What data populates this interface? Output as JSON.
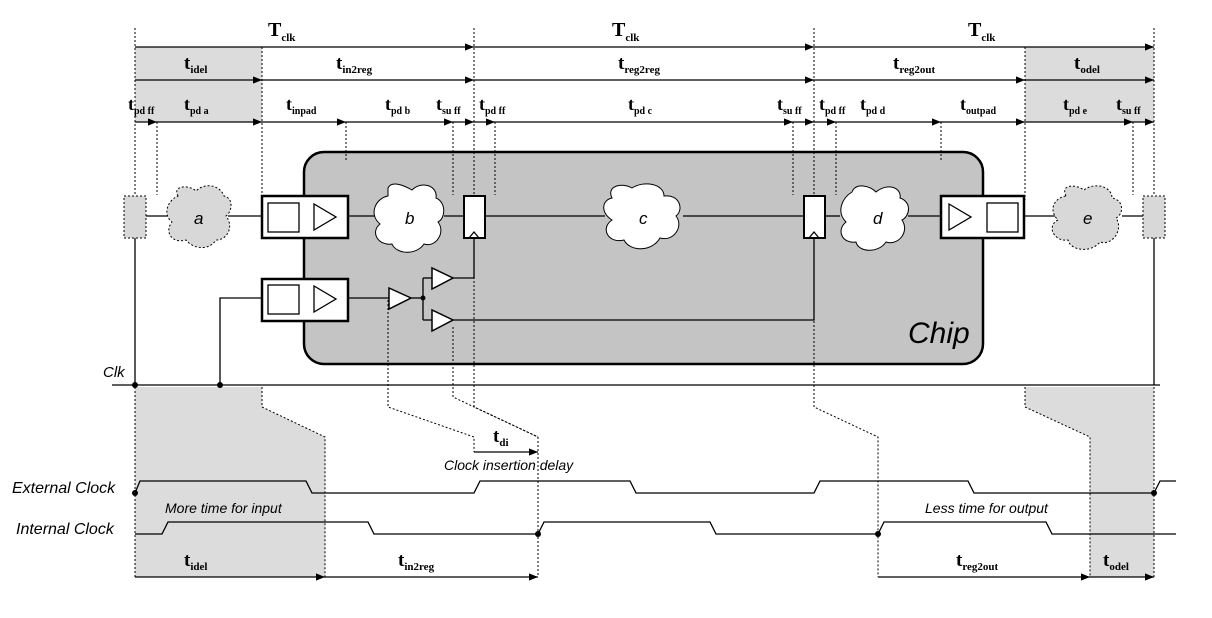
{
  "labels": {
    "tclk_1": "T",
    "tclk_1_sub": "clk",
    "tclk_2": "T",
    "tclk_2_sub": "clk",
    "tclk_3": "T",
    "tclk_3_sub": "clk",
    "tidel_top": "t",
    "tidel_top_sub": "idel",
    "tin2reg_top": "t",
    "tin2reg_top_sub": "in2reg",
    "treg2reg_top": "t",
    "treg2reg_top_sub": "reg2reg",
    "treg2out_top": "t",
    "treg2out_top_sub": "reg2out",
    "todel_top": "t",
    "todel_top_sub": "odel",
    "tpdff_1": "t",
    "tpdff_1_sub": "pd ff",
    "tpda": "t",
    "tpda_sub": "pd a",
    "tinpad": "t",
    "tinpad_sub": "inpad",
    "tpdb": "t",
    "tpdb_sub": "pd b",
    "tsuff_1": "t",
    "tsuff_1_sub": "su ff",
    "tpdff_2": "t",
    "tpdff_2_sub": "pd ff",
    "tpdc": "t",
    "tpdc_sub": "pd c",
    "tsuff_2": "t",
    "tsuff_2_sub": "su ff",
    "tpdff_3": "t",
    "tpdff_3_sub": "pd ff",
    "tpdd": "t",
    "tpdd_sub": "pd d",
    "toutpad": "t",
    "toutpad_sub": "outpad",
    "tpde": "t",
    "tpde_sub": "pd e",
    "tsuff_3": "t",
    "tsuff_3_sub": "su ff",
    "tdi": "t",
    "tdi_sub": "di",
    "tidel_bot": "t",
    "tidel_bot_sub": "idel",
    "tin2reg_bot": "t",
    "tin2reg_bot_sub": "in2reg",
    "treg2out_bot": "t",
    "treg2out_bot_sub": "reg2out",
    "todel_bot": "t",
    "todel_bot_sub": "odel"
  },
  "blocks": {
    "a": "a",
    "b": "b",
    "c": "c",
    "d": "d",
    "e": "e"
  },
  "chip_label": "Chip",
  "clk_label": "Clk",
  "clock_insertion_delay": "Clock insertion delay",
  "external_clock": "External Clock",
  "internal_clock": "Internal Clock",
  "more_time_input": "More time for input",
  "less_time_output": "Less time for output",
  "colors": {
    "chip_fill": "#c4c4c4",
    "shade": "#dcdcdc",
    "ext_blob": "#d8d8d8"
  }
}
